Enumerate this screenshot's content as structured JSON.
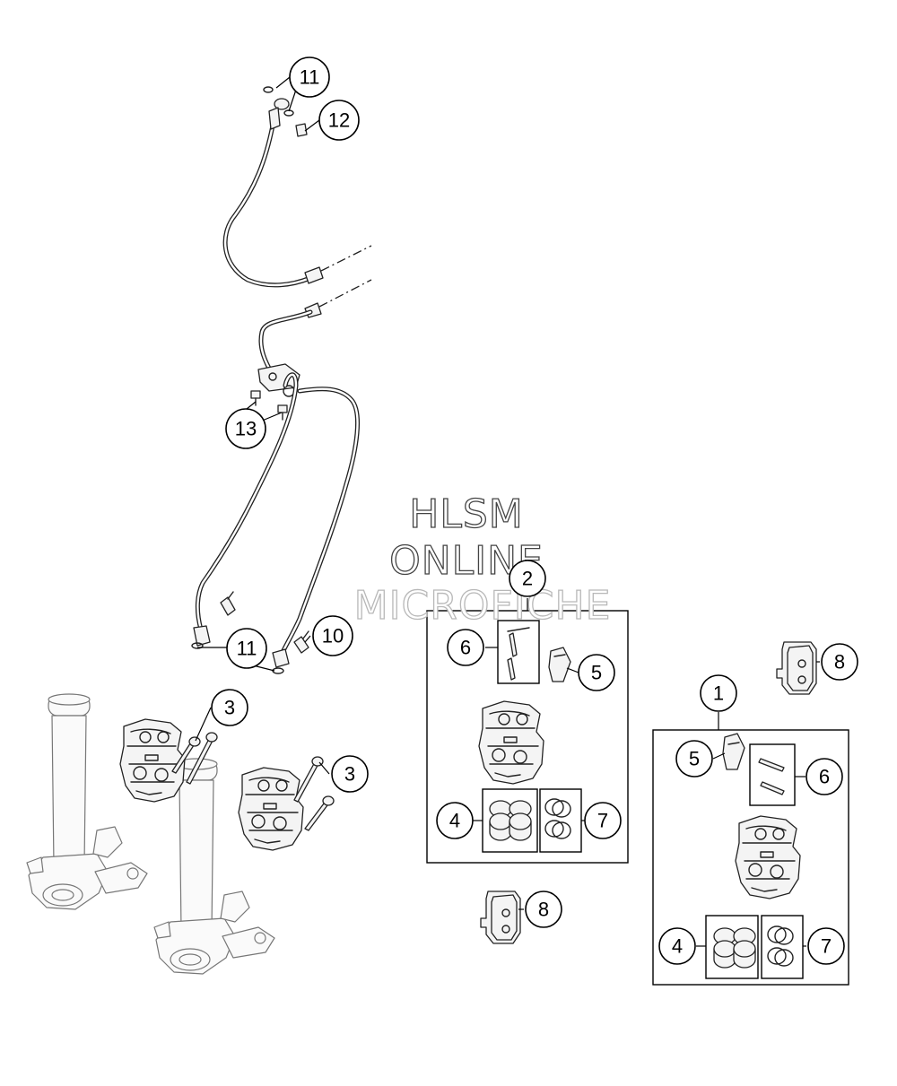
{
  "watermark": {
    "line1": "HLSM",
    "line2": "ONLINE",
    "line3": "MICROFICHE"
  },
  "callouts": {
    "c11_top": "11",
    "c12": "12",
    "c13": "13",
    "c11_bottom": "11",
    "c10": "10",
    "c3_upper": "3",
    "c3_lower": "3",
    "c2": "2",
    "c6_kit2": "6",
    "c5_kit2": "5",
    "c4_kit2": "4",
    "c7_kit2": "7",
    "c8_middle": "8",
    "c8_right": "8",
    "c1": "1",
    "c5_kit1": "5",
    "c6_kit1": "6",
    "c4_kit1": "4",
    "c7_kit1": "7"
  }
}
